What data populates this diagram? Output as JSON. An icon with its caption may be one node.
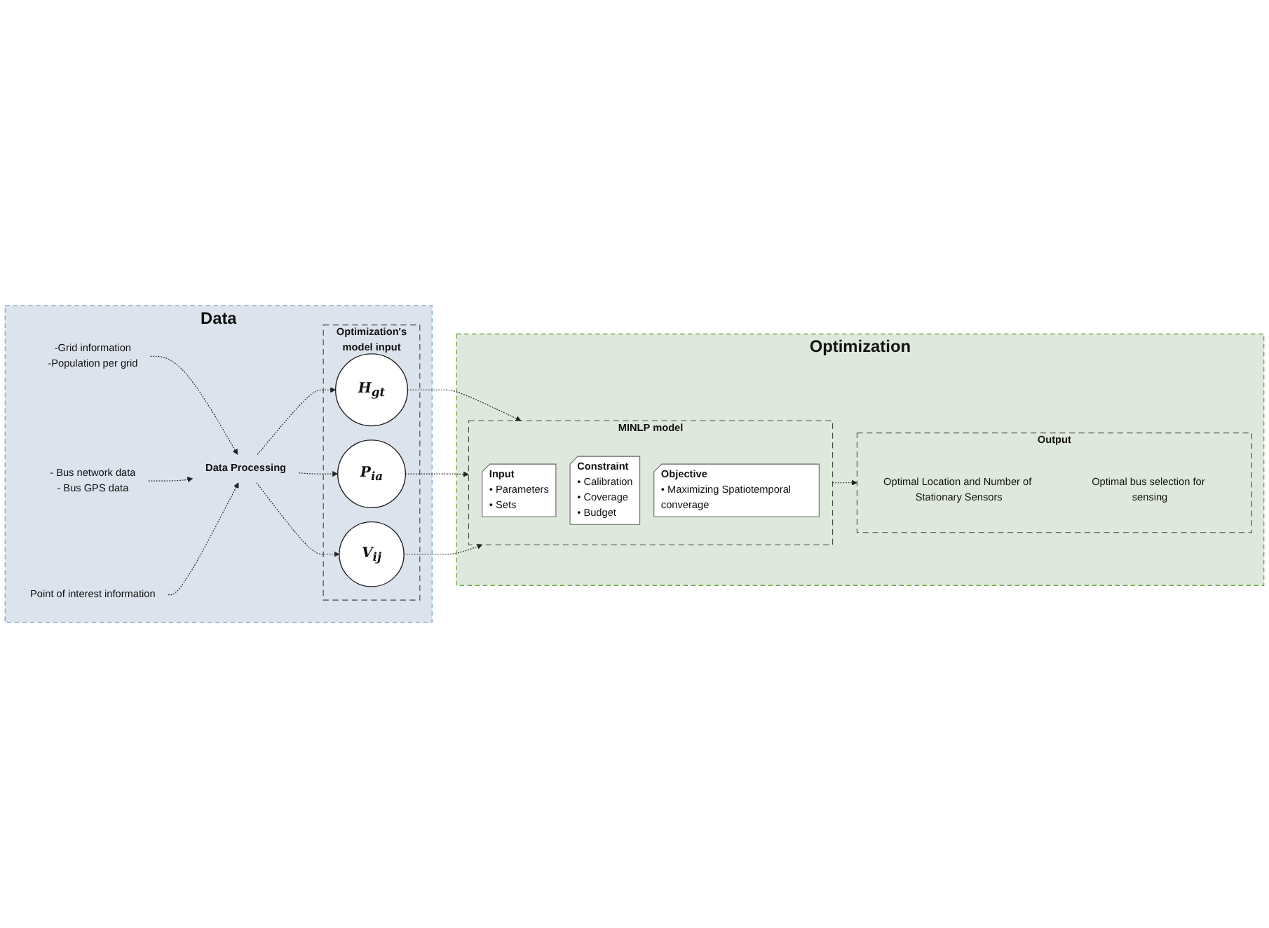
{
  "diagram": {
    "nodes": [
      {
        "text": [
          "Data"
        ]
      },
      {
        "text": [
          "-Grid information",
          "-Population per grid"
        ],
        "in": 0
      },
      {
        "text": [
          "- Bus network data",
          "- Bus GPS data"
        ],
        "in": 0
      },
      {
        "text": [
          "Point of interest information"
        ],
        "in": 0
      },
      {
        "text": [
          "Data Processing"
        ],
        "in": 0
      },
      {
        "text": [
          "Optimization's model input"
        ],
        "in": 0
      },
      {
        "text": [
          "H$_{gt}$"
        ],
        "in": 5
      },
      {
        "text": [
          "P$_{ia}$"
        ],
        "in": 5
      },
      {
        "text": [
          "V$_{ij}$"
        ],
        "in": 5
      },
      {
        "text": [
          "Optimization"
        ]
      },
      {
        "text": [
          "MINLP model"
        ],
        "in": 9
      },
      {
        "text": [
          "Input",
          "• Parameters",
          "• Sets"
        ],
        "in": 10
      },
      {
        "text": [
          "Constraint",
          "• Calibration",
          "• Coverage",
          "• Budget"
        ],
        "in": 10
      },
      {
        "text": [
          "Objective",
          "• Maximizing Spatiotemporal converage"
        ],
        "in": 10
      },
      {
        "text": [
          "Output"
        ],
        "in": 9
      },
      {
        "text": [
          "Optimal Location and Number of Stationary Sensors"
        ],
        "in": 14
      },
      {
        "text": [
          "Optimal bus selection for sensing"
        ],
        "in": 14
      }
    ],
    "edges": [
      {
        "from": 1,
        "to": 4,
        "arrow": "to",
        "style": "dashed"
      },
      {
        "from": 2,
        "to": 4,
        "arrow": "to",
        "style": "dashed"
      },
      {
        "from": 3,
        "to": 4,
        "arrow": "to",
        "style": "dashed"
      },
      {
        "from": 4,
        "to": 6,
        "arrow": "to",
        "style": "dashed"
      },
      {
        "from": 4,
        "to": 7,
        "arrow": "to",
        "style": "dashed"
      },
      {
        "from": 4,
        "to": 8,
        "arrow": "to",
        "style": "dashed"
      },
      {
        "from": 6,
        "to": 10,
        "arrow": "to",
        "style": "dashed"
      },
      {
        "from": 7,
        "to": 10,
        "arrow": "to",
        "style": "dashed"
      },
      {
        "from": 8,
        "to": 10,
        "arrow": "to",
        "style": "dashed"
      },
      {
        "from": 10,
        "to": 14,
        "arrow": "to",
        "style": "dashed"
      }
    ]
  }
}
